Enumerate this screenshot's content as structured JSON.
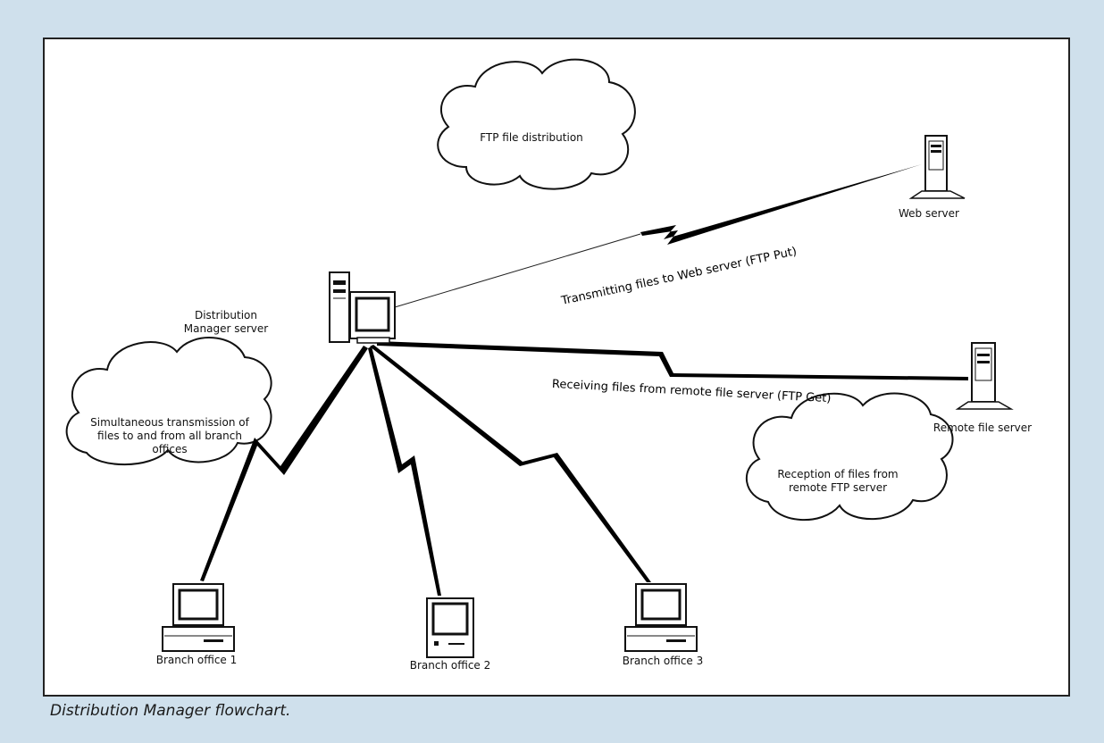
{
  "nodes": {
    "distribution_manager": "Distribution Manager server",
    "web_server": "Web server",
    "remote_file_server": "Remote file server",
    "branch_office_1": "Branch office 1",
    "branch_office_2": "Branch office 2",
    "branch_office_3": "Branch office 3"
  },
  "clouds": {
    "ftp_distribution": "FTP file distribution",
    "simultaneous": "Simultaneous transmission of files to and from all branch offices",
    "reception": "Reception of files from remote FTP server"
  },
  "links": {
    "to_web_server": "Transmitting files to Web server (FTP Put)",
    "from_remote_server": "Receiving files from remote file server (FTP Get)"
  },
  "caption": "Distribution Manager flowchart."
}
